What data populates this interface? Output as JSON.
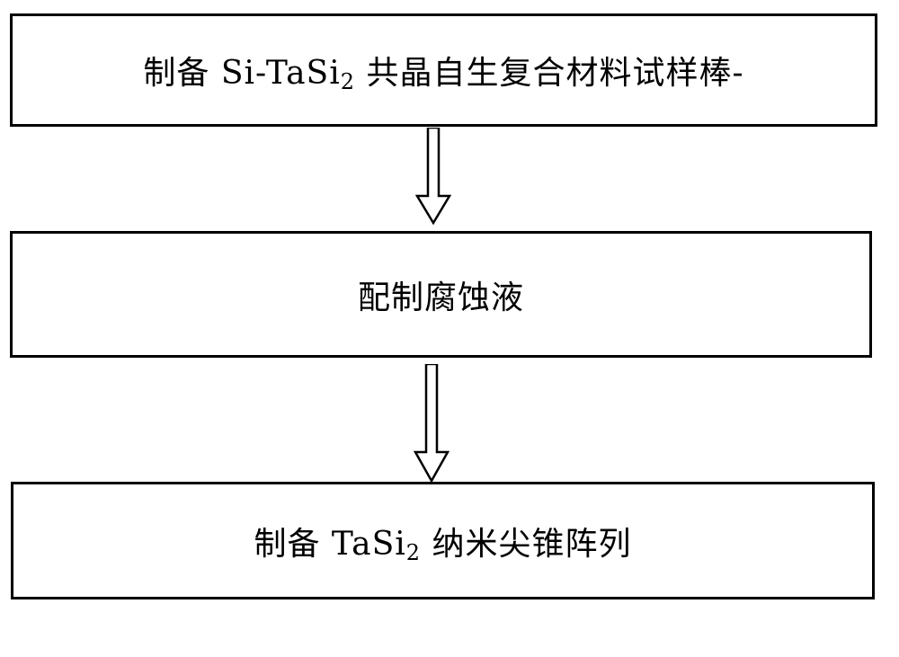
{
  "steps": [
    {
      "pre": "制备 Si-TaSi",
      "sub": "2",
      "post": " 共晶自生复合材料试样棒-"
    },
    {
      "text": "配制腐蚀液"
    },
    {
      "pre": "制备 TaSi",
      "sub": "2",
      "post": " 纳米尖锥阵列"
    }
  ],
  "colors": {
    "border": "#000000",
    "background": "#ffffff",
    "text": "#000000"
  },
  "icons": [
    "down-arrow-icon",
    "down-arrow-icon"
  ]
}
